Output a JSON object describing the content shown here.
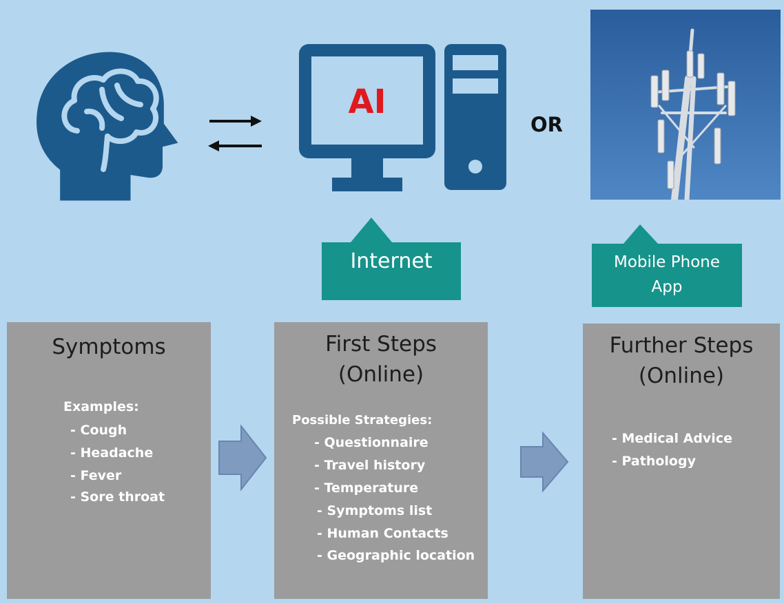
{
  "top": {
    "ai_label": "AI",
    "or_label": "OR",
    "internet_label": "Internet",
    "mobile_label_line1": "Mobile Phone",
    "mobile_label_line2": "App"
  },
  "boxes": {
    "symptoms": {
      "title": "Symptoms",
      "heading": "Examples:",
      "items": [
        "- Cough",
        "- Headache",
        "- Fever",
        "- Sore throat"
      ]
    },
    "first_steps": {
      "title_line1": "First Steps",
      "title_line2": "(Online)",
      "heading": "Possible Strategies:",
      "items": [
        "-  Questionnaire",
        "-  Travel history",
        "-  Temperature",
        "- Symptoms list",
        "- Human Contacts",
        "- Geographic location"
      ]
    },
    "further_steps": {
      "title_line1": "Further Steps",
      "title_line2": "(Online)",
      "items": [
        "-  Medical Advice",
        "-  Pathology"
      ]
    }
  },
  "colors": {
    "background": "#b4d6ef",
    "icon_blue": "#1d5a8c",
    "teal_callout": "#16938b",
    "gray_box": "#9c9c9c",
    "flow_arrow": "#7f9bc0",
    "ai_red": "#e0191f"
  },
  "icons": [
    "head-brain-icon",
    "bidirectional-arrows-icon",
    "computer-monitor-icon",
    "computer-tower-icon",
    "cell-tower-image",
    "flow-arrow-icon"
  ]
}
